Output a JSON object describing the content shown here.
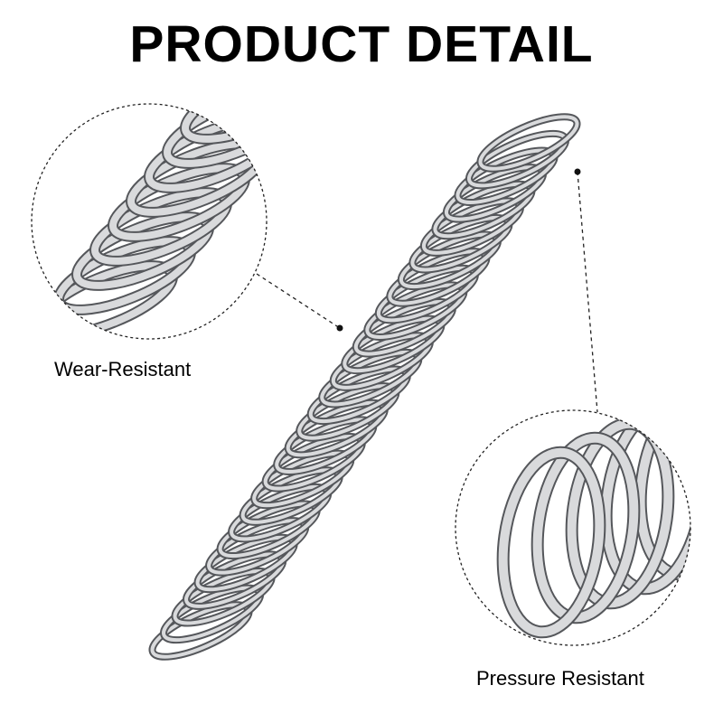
{
  "page": {
    "title": "PRODUCT DETAIL"
  },
  "callouts": [
    {
      "label": "Wear-Resistant"
    },
    {
      "label": "Pressure Resistant"
    }
  ],
  "colors": {
    "text": "#000000",
    "background": "#ffffff",
    "metal_dark": "#5c5e62",
    "metal_light": "#e4e5e7",
    "metal_mid": "#9a9ca0"
  },
  "icons": {
    "main_image": "compression-spring-photo",
    "zoom_top": "spring-coils-closeup",
    "zoom_bottom": "spring-end-closeup"
  }
}
